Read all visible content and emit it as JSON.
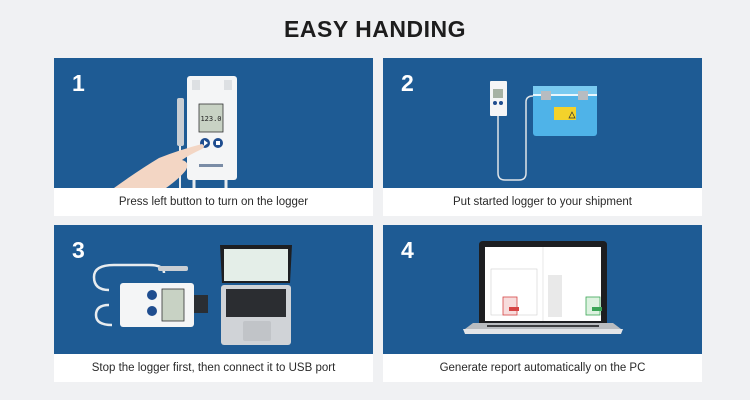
{
  "title": "EASY HANDING",
  "colors": {
    "panel_blue": "#1e5b94",
    "background": "#f0f1f3",
    "caption_bg": "#ffffff"
  },
  "steps": [
    {
      "number": "1",
      "caption": "Press left button to turn on the logger",
      "illustration": "hand-pressing-logger-button",
      "lcd_reading": "123.0"
    },
    {
      "number": "2",
      "caption": "Put started logger to your shipment",
      "illustration": "logger-with-cooler-box"
    },
    {
      "number": "3",
      "caption": "Stop the logger first, then connect it to USB port",
      "illustration": "logger-usb-laptop"
    },
    {
      "number": "4",
      "caption": "Generate report automatically on the PC",
      "illustration": "laptop-report"
    }
  ]
}
